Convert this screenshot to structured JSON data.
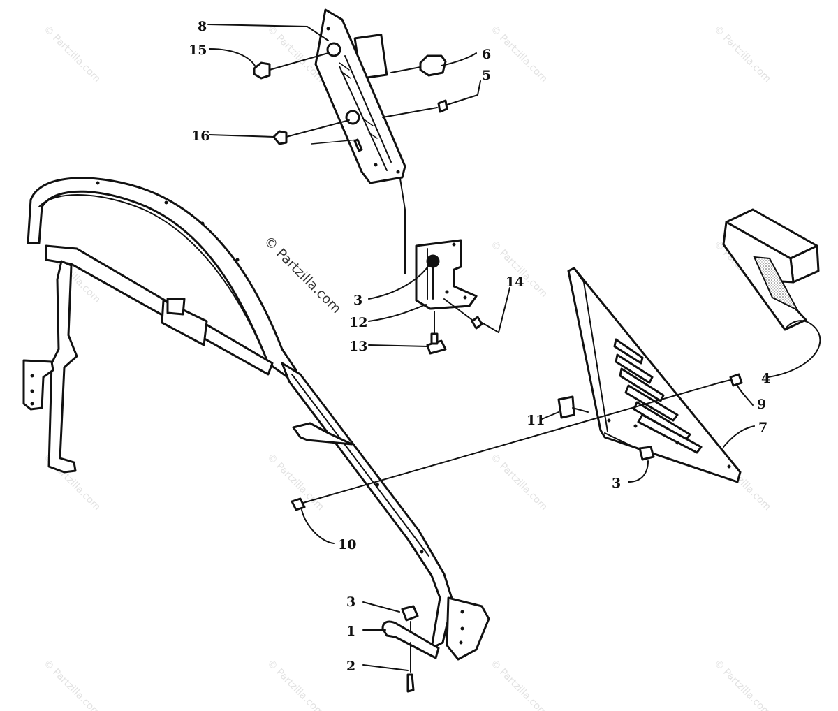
{
  "watermark": {
    "main_text": "© Partzilla.com",
    "tile_text": "© Partzilla.com"
  },
  "callouts": [
    {
      "id": "c8a",
      "label": "8"
    },
    {
      "id": "c15",
      "label": "15"
    },
    {
      "id": "c6",
      "label": "6"
    },
    {
      "id": "c5",
      "label": "5"
    },
    {
      "id": "c16",
      "label": "16"
    },
    {
      "id": "c3a",
      "label": "3"
    },
    {
      "id": "c12",
      "label": "12"
    },
    {
      "id": "c13",
      "label": "13"
    },
    {
      "id": "c14",
      "label": "14"
    },
    {
      "id": "c4",
      "label": "4"
    },
    {
      "id": "c9",
      "label": "9"
    },
    {
      "id": "c11",
      "label": "11"
    },
    {
      "id": "c7",
      "label": "7"
    },
    {
      "id": "c3b",
      "label": "3"
    },
    {
      "id": "c10",
      "label": "10"
    },
    {
      "id": "c3c",
      "label": "3"
    },
    {
      "id": "c1",
      "label": "1"
    },
    {
      "id": "c2",
      "label": "2"
    }
  ],
  "colors": {
    "ink": "#111111",
    "foam": "#c9c9c9",
    "watermark": "#e2e2e2"
  }
}
